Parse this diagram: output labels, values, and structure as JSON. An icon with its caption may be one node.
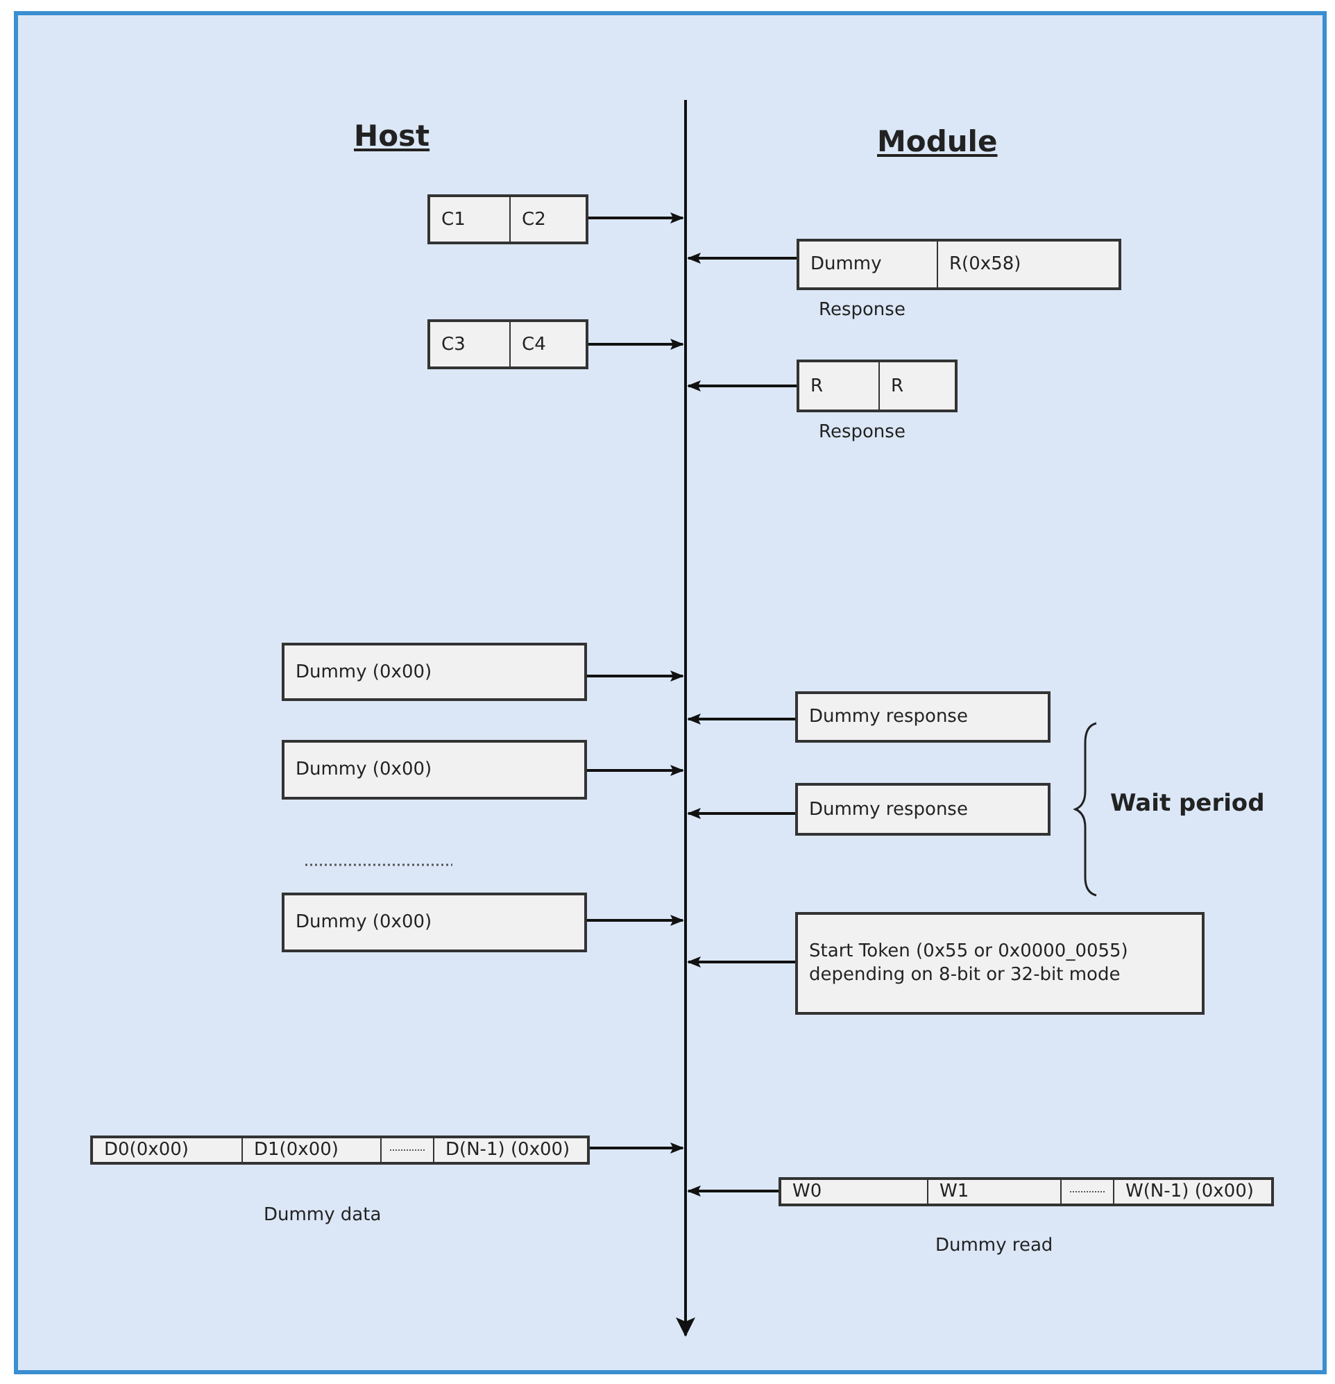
{
  "diagram": {
    "nodes": [
      {
        "text": [
          "C1",
          "C2"
        ]
      },
      {
        "text": [
          "Dummy",
          "R(0x58)"
        ],
        "beside": [
          "Response"
        ]
      },
      {
        "text": [
          "C3",
          "C4"
        ]
      },
      {
        "text": [
          "R",
          "R"
        ],
        "beside": [
          "Response"
        ]
      },
      {
        "text": [
          "Dummy (0x00)"
        ]
      },
      {
        "text": [
          "Dummy response"
        ]
      },
      {
        "text": [
          "Dummy (0x00)"
        ]
      },
      {
        "text": [
          "Dummy response"
        ]
      },
      {
        "text": [
          "Dummy (0x00)"
        ]
      },
      {
        "text": [
          "Start Token (0x55 or 0x0000_0055) depending on 8-bit or 32-bit mode"
        ]
      },
      {
        "text": [
          "D0(0x00)",
          "D1(0x00)",
          "D(N-1) (0x00)"
        ],
        "beside": [
          "Dummy data"
        ]
      },
      {
        "text": [
          "W0",
          "W1",
          "W(N-1) (0x00)"
        ],
        "beside": [
          "Dummy read"
        ]
      }
    ],
    "edges": [
      {
        "from": 0,
        "to": null,
        "arrow": "to"
      },
      {
        "from": 1,
        "to": null,
        "arrow": "to"
      },
      {
        "from": 2,
        "to": null,
        "arrow": "to"
      },
      {
        "from": 3,
        "to": null,
        "arrow": "to"
      },
      {
        "from": 4,
        "to": null,
        "arrow": "to"
      },
      {
        "from": 5,
        "to": null,
        "arrow": "to"
      },
      {
        "from": 6,
        "to": null,
        "arrow": "to"
      },
      {
        "from": 7,
        "to": null,
        "arrow": "to"
      },
      {
        "from": 8,
        "to": null,
        "arrow": "to"
      },
      {
        "from": 9,
        "to": null,
        "arrow": "to"
      },
      {
        "from": 10,
        "to": null,
        "arrow": "to"
      },
      {
        "from": 11,
        "to": null,
        "arrow": "to"
      }
    ],
    "labels": [
      "Host",
      "Module",
      "Wait period"
    ]
  }
}
